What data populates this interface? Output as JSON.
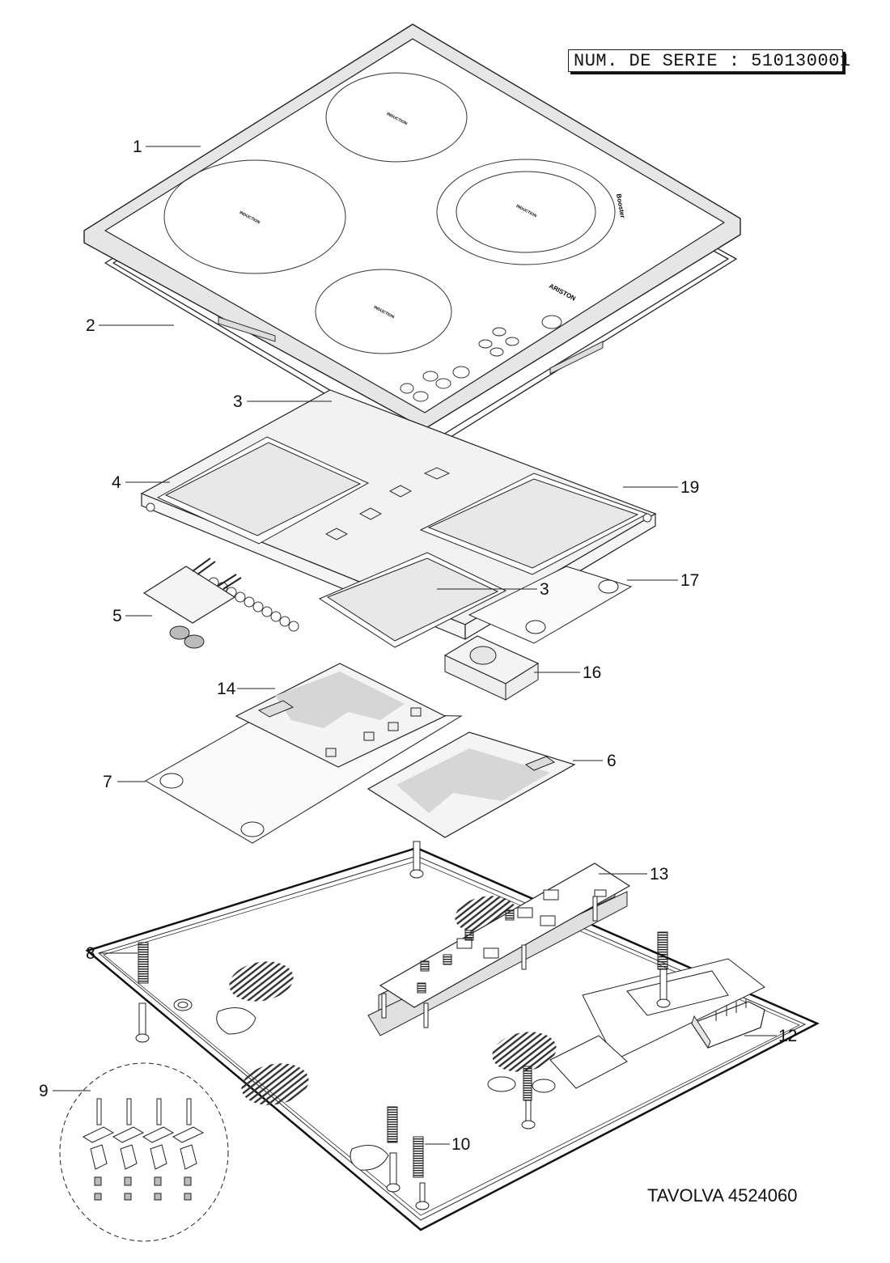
{
  "diagram": {
    "type": "exploded-parts-view",
    "serial_label": "NUM. DE SERIE : 510130001",
    "model_title": "TAVOLVA 4524060",
    "cooktop_text": {
      "zone_label": "INDUCTION",
      "booster_label": "Booster",
      "brand_label": "ARISTON"
    },
    "callouts": [
      {
        "id": "c1",
        "label": "1",
        "part": "glass-ceramic-top"
      },
      {
        "id": "c2",
        "label": "2",
        "part": "frame-gasket"
      },
      {
        "id": "c3a",
        "label": "3",
        "part": "control-film"
      },
      {
        "id": "c4",
        "label": "4",
        "part": "induction-coil-large"
      },
      {
        "id": "c19",
        "label": "19",
        "part": "induction-coil-right"
      },
      {
        "id": "c17",
        "label": "17",
        "part": "insulation-sheet-right"
      },
      {
        "id": "c3b",
        "label": "3",
        "part": "induction-coil-front"
      },
      {
        "id": "c5",
        "label": "5",
        "part": "filter-board"
      },
      {
        "id": "c14",
        "label": "14",
        "part": "power-board-left"
      },
      {
        "id": "c16",
        "label": "16",
        "part": "cooling-fan"
      },
      {
        "id": "c7",
        "label": "7",
        "part": "insulation-sheet-left"
      },
      {
        "id": "c6",
        "label": "6",
        "part": "power-board-right"
      },
      {
        "id": "c13",
        "label": "13",
        "part": "control-board"
      },
      {
        "id": "c8",
        "label": "8",
        "part": "spacer-spring"
      },
      {
        "id": "c9",
        "label": "9",
        "part": "fixing-bracket-kit"
      },
      {
        "id": "c12",
        "label": "12",
        "part": "terminal-block"
      },
      {
        "id": "c10",
        "label": "10",
        "part": "spring-rear"
      }
    ]
  }
}
